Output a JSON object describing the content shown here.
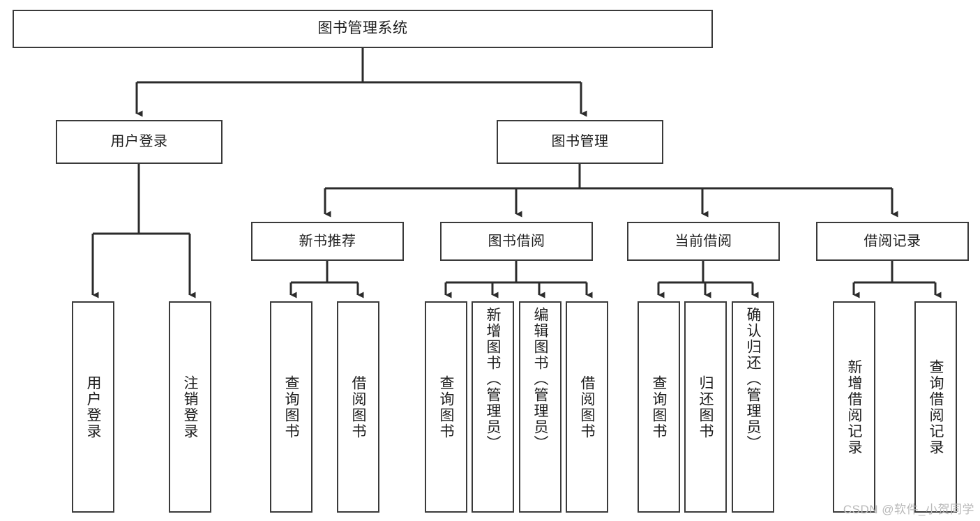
{
  "diagram": {
    "type": "tree-hierarchy",
    "title": "图书管理系统",
    "watermark": "CSDN @软件_小贺同学",
    "colors": {
      "box_border": "#3a3a3a",
      "box_fill": "#ffffff",
      "edge": "#2b2b2b",
      "text": "#1d1d1d",
      "watermark": "#b9b9b9",
      "background": "#ffffff"
    },
    "nodes": {
      "root": {
        "id": "root",
        "label": "图书管理系统",
        "level": 0
      },
      "level2": [
        {
          "id": "user-login",
          "label": "用户登录",
          "level": 1
        },
        {
          "id": "book-manage",
          "label": "图书管理",
          "level": 1
        }
      ],
      "level3": [
        {
          "id": "new-book-recommend",
          "label": "新书推荐",
          "level": 2,
          "parent": "book-manage"
        },
        {
          "id": "book-borrow",
          "label": "图书借阅",
          "level": 2,
          "parent": "book-manage"
        },
        {
          "id": "current-borrow",
          "label": "当前借阅",
          "level": 2,
          "parent": "book-manage"
        },
        {
          "id": "borrow-record",
          "label": "借阅记录",
          "level": 2,
          "parent": "book-manage"
        }
      ],
      "leaves": [
        {
          "id": "leaf-user-login",
          "label": "用户登录",
          "parent": "user-login"
        },
        {
          "id": "leaf-logout-login",
          "label": "注销登录",
          "parent": "user-login"
        },
        {
          "id": "leaf-query-book-1",
          "label": "查询图书",
          "parent": "new-book-recommend"
        },
        {
          "id": "leaf-borrow-book-1",
          "label": "借阅图书",
          "parent": "new-book-recommend"
        },
        {
          "id": "leaf-query-book-2",
          "label": "查询图书",
          "parent": "book-borrow"
        },
        {
          "id": "leaf-add-book",
          "label": "新增图书（管理员）",
          "parent": "book-borrow"
        },
        {
          "id": "leaf-edit-book",
          "label": "编辑图书（管理员）",
          "parent": "book-borrow"
        },
        {
          "id": "leaf-borrow-book-2",
          "label": "借阅图书",
          "parent": "book-borrow"
        },
        {
          "id": "leaf-query-book-3",
          "label": "查询图书",
          "parent": "current-borrow"
        },
        {
          "id": "leaf-return-book",
          "label": "归还图书",
          "parent": "current-borrow"
        },
        {
          "id": "leaf-confirm-return",
          "label": "确认归还（管理员）",
          "parent": "current-borrow"
        },
        {
          "id": "leaf-add-record",
          "label": "新增借阅记录",
          "parent": "borrow-record"
        },
        {
          "id": "leaf-query-record",
          "label": "查询借阅记录",
          "parent": "borrow-record"
        }
      ]
    }
  }
}
